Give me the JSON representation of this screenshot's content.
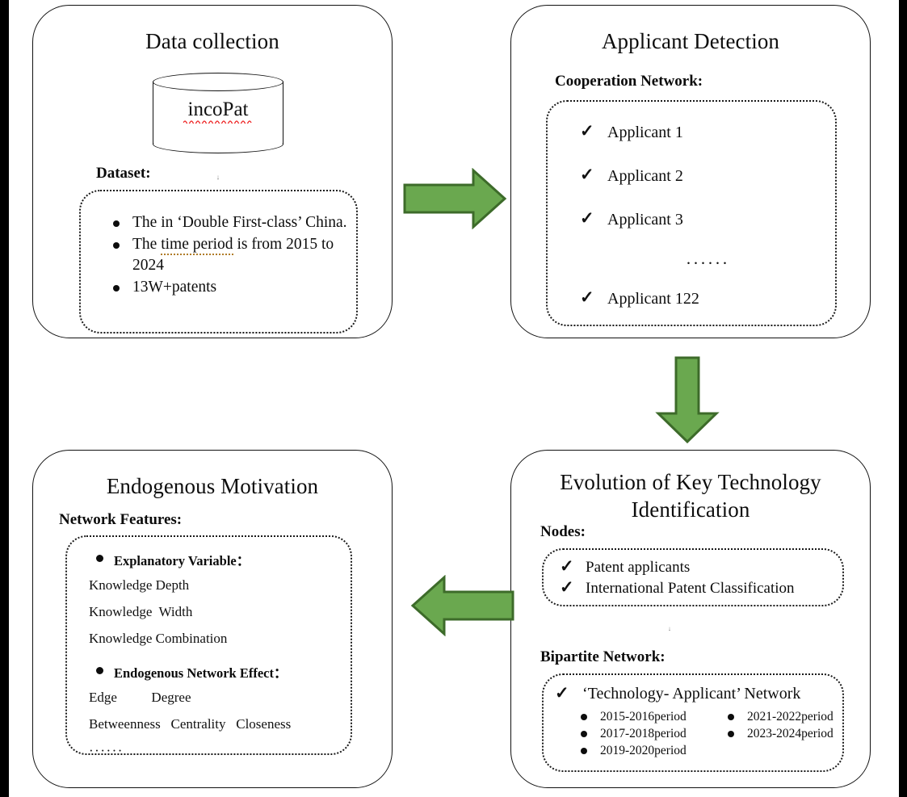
{
  "diagram": {
    "title": "Research framework flowchart",
    "accent_green": "#6aa84f",
    "accent_green_stroke": "#3d6b2a",
    "spellcheck_red": "#ee2222",
    "grammarcheck_orange": "#b07c28"
  },
  "stage1": {
    "title": "Data collection",
    "database_label": "incoPat",
    "dataset_heading": "Dataset:",
    "dataset_items": [
      "The in ‘Double First-class’ China.",
      "The time period is from 2015 to 2024",
      "13W+patents"
    ],
    "dataset_item2_parts": {
      "prefix": "The ",
      "underlined": "time period",
      "suffix": " is from 2015 to 2024"
    }
  },
  "stage2": {
    "title": "Applicant Detection",
    "section_heading": "Cooperation Network:",
    "items": [
      "Applicant 1",
      "Applicant 2",
      "Applicant 3"
    ],
    "ellipsis": "······",
    "last_item": "Applicant 122"
  },
  "stage3": {
    "title_line1": "Evolution of Key Technology",
    "title_line2": "Identification",
    "nodes_heading": "Nodes:",
    "nodes_items": [
      "Patent applicants",
      "International Patent Classification"
    ],
    "bipartite_heading": "Bipartite Network:",
    "bipartite_main": "‘Technology- Applicant’ Network",
    "periods": [
      "2015-2016period",
      "2021-2022period",
      "2017-2018period",
      "2023-2024period",
      "2019-2020period"
    ]
  },
  "stage4": {
    "title": "Endogenous Motivation",
    "section_heading": "Network Features:",
    "group1_label": "Explanatory Variable：",
    "group1_items": [
      "Knowledge Depth",
      "Knowledge  Width",
      "Knowledge Combination"
    ],
    "group2_label": "Endogenous Network Effect：",
    "group2_items": [
      "Edge          Degree",
      "Betweenness   Centrality   Closeness"
    ],
    "ellipsis": "······"
  },
  "arrows": {
    "right_top": "arrow-right",
    "down_right": "arrow-down",
    "left_bottom": "arrow-left"
  }
}
